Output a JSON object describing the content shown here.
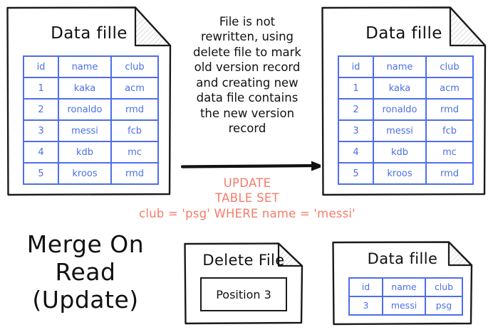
{
  "diagram": {
    "background_color": "#ffffff",
    "ink_color": "#111111",
    "table_color": "#4d6fe8",
    "sql_color": "#f47c6a",
    "heading": {
      "line1": "Merge On",
      "line2": "Read",
      "line3": "(Update)"
    },
    "note": {
      "lines": [
        "File is not",
        "rewritten, using",
        "delete file to mark",
        "old version record",
        "and creating new",
        "data file contains",
        "the new version",
        "record"
      ]
    },
    "arrow": {
      "name": "rightwards-arrow",
      "direction": "right"
    },
    "sql": {
      "line1": "UPDATE",
      "line2": "TABLE SET",
      "line3": "club = 'psg' WHERE name = 'messi'"
    },
    "cards": {
      "source_data_file": {
        "title": "Data fille",
        "table": {
          "columns": [
            "id",
            "name",
            "club"
          ],
          "rows": [
            [
              "1",
              "kaka",
              "acm"
            ],
            [
              "2",
              "ronaldo",
              "rmd"
            ],
            [
              "3",
              "messi",
              "fcb"
            ],
            [
              "4",
              "kdb",
              "mc"
            ],
            [
              "5",
              "kroos",
              "rmd"
            ]
          ]
        }
      },
      "result_data_file": {
        "title": "Data fille",
        "table": {
          "columns": [
            "id",
            "name",
            "club"
          ],
          "rows": [
            [
              "1",
              "kaka",
              "acm"
            ],
            [
              "2",
              "ronaldo",
              "rmd"
            ],
            [
              "3",
              "messi",
              "fcb"
            ],
            [
              "4",
              "kdb",
              "mc"
            ],
            [
              "5",
              "kroos",
              "rmd"
            ]
          ]
        }
      },
      "delete_file": {
        "title": "Delete File",
        "position_label": "Position 3"
      },
      "new_data_file": {
        "title": "Data fille",
        "table": {
          "columns": [
            "id",
            "name",
            "club"
          ],
          "rows": [
            [
              "3",
              "messi",
              "psg"
            ]
          ]
        }
      }
    }
  }
}
